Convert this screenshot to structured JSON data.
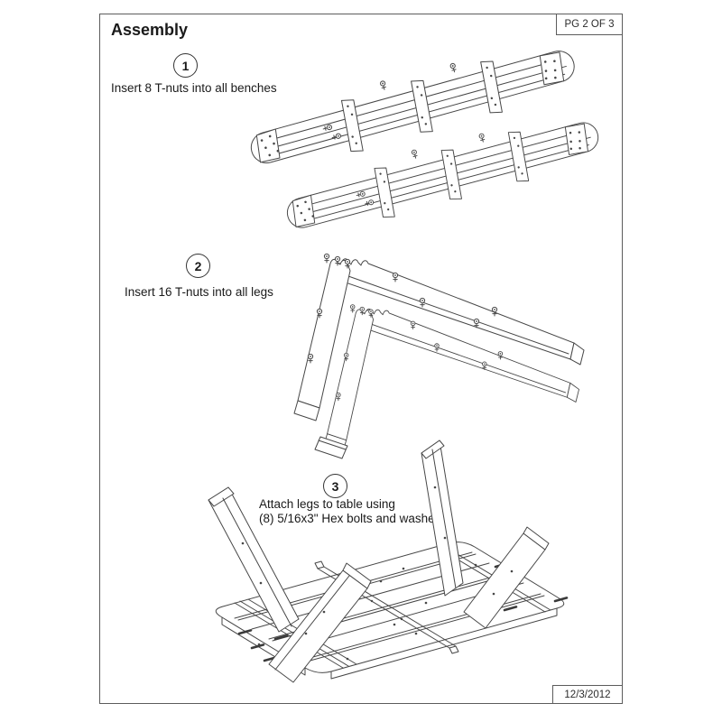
{
  "page": {
    "title": "Assembly",
    "page_indicator": "PG 2 OF 3",
    "date": "12/3/2012"
  },
  "steps": [
    {
      "number": "1",
      "lines": [
        "Insert 8 T-nuts into all benches"
      ],
      "illustration": "two-benches-with-tnuts"
    },
    {
      "number": "2",
      "lines": [
        "Insert 16 T-nuts into all legs"
      ],
      "illustration": "two-leg-pairs-with-tnuts"
    },
    {
      "number": "3",
      "lines": [
        "Attach legs to table using",
        "(8) 5/16x3\" Hex bolts and washers"
      ],
      "illustration": "inverted-table-with-legs-attached"
    }
  ],
  "colors": {
    "line": "#474747",
    "text": "#1a1a1a",
    "page_border": "#5c5c5c",
    "background": "#ffffff"
  }
}
